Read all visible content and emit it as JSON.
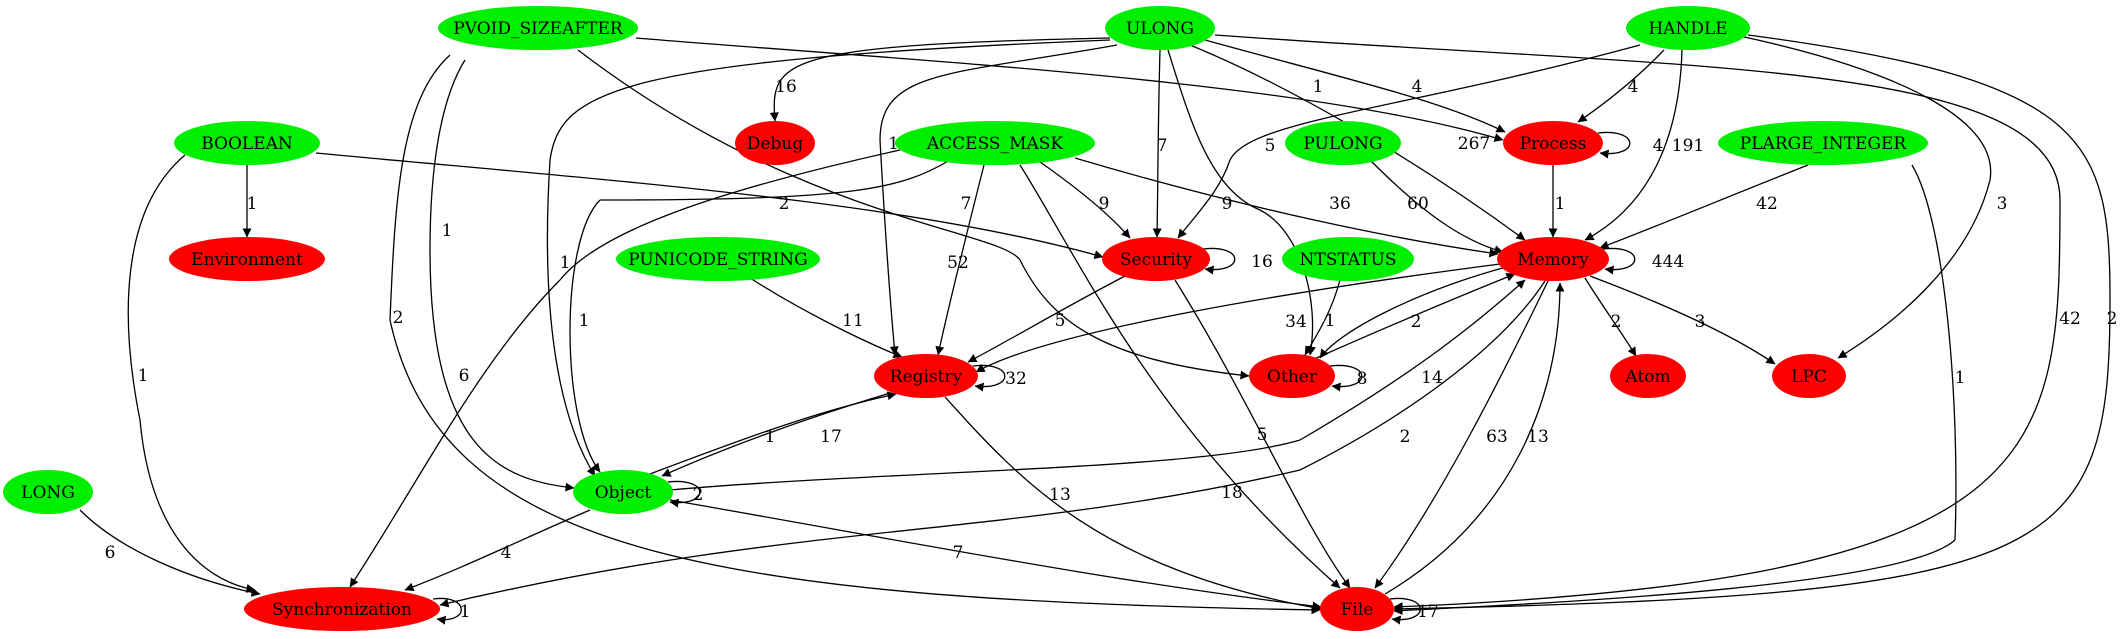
{
  "colors": {
    "type_node": "#00ee00",
    "category_node": "#ff0000",
    "edge": "#000000",
    "background": "#ffffff"
  },
  "nodes": [
    {
      "id": "PVOID_SIZEAFTER",
      "label": "PVOID_SIZEAFTER",
      "kind": "type"
    },
    {
      "id": "ULONG",
      "label": "ULONG",
      "kind": "type"
    },
    {
      "id": "HANDLE",
      "label": "HANDLE",
      "kind": "type"
    },
    {
      "id": "BOOLEAN",
      "label": "BOOLEAN",
      "kind": "type"
    },
    {
      "id": "Debug",
      "label": "Debug",
      "kind": "category"
    },
    {
      "id": "ACCESS_MASK",
      "label": "ACCESS_MASK",
      "kind": "type"
    },
    {
      "id": "PULONG",
      "label": "PULONG",
      "kind": "type"
    },
    {
      "id": "Process",
      "label": "Process",
      "kind": "category"
    },
    {
      "id": "PLARGE_INTEGER",
      "label": "PLARGE_INTEGER",
      "kind": "type"
    },
    {
      "id": "Environment",
      "label": "Environment",
      "kind": "category"
    },
    {
      "id": "PUNICODE_STRING",
      "label": "PUNICODE_STRING",
      "kind": "type"
    },
    {
      "id": "Security",
      "label": "Security",
      "kind": "category"
    },
    {
      "id": "NTSTATUS",
      "label": "NTSTATUS",
      "kind": "type"
    },
    {
      "id": "Memory",
      "label": "Memory",
      "kind": "category"
    },
    {
      "id": "Registry",
      "label": "Registry",
      "kind": "category"
    },
    {
      "id": "Other",
      "label": "Other",
      "kind": "category"
    },
    {
      "id": "Atom",
      "label": "Atom",
      "kind": "category"
    },
    {
      "id": "LPC",
      "label": "LPC",
      "kind": "category"
    },
    {
      "id": "LONG",
      "label": "LONG",
      "kind": "type"
    },
    {
      "id": "Object",
      "label": "Object",
      "kind": "type"
    },
    {
      "id": "Synchronization",
      "label": "Synchronization",
      "kind": "category"
    },
    {
      "id": "File",
      "label": "File",
      "kind": "category"
    }
  ],
  "edges": [
    {
      "from": "ULONG",
      "to": "Debug",
      "label": "16"
    },
    {
      "from": "ULONG",
      "to": "Security",
      "label": "7"
    },
    {
      "from": "ULONG",
      "to": "Registry",
      "label": "17"
    },
    {
      "from": "ULONG",
      "to": "Object",
      "label": "1"
    },
    {
      "from": "ULONG",
      "to": "Process",
      "label": "4"
    },
    {
      "from": "ULONG",
      "to": "Memory",
      "label": "267"
    },
    {
      "from": "ULONG",
      "to": "Other",
      "label": "9"
    },
    {
      "from": "ULONG",
      "to": "File",
      "label": "42"
    },
    {
      "from": "PVOID_SIZEAFTER",
      "to": "Process",
      "label": "1"
    },
    {
      "from": "PVOID_SIZEAFTER",
      "to": "Object",
      "label": "1"
    },
    {
      "from": "PVOID_SIZEAFTER",
      "to": "File",
      "label": "2"
    },
    {
      "from": "PVOID_SIZEAFTER",
      "to": "Other",
      "label": "7"
    },
    {
      "from": "HANDLE",
      "to": "Process",
      "label": "4"
    },
    {
      "from": "HANDLE",
      "to": "Security",
      "label": "5"
    },
    {
      "from": "HANDLE",
      "to": "Memory",
      "label": "191"
    },
    {
      "from": "HANDLE",
      "to": "LPC",
      "label": "3"
    },
    {
      "from": "HANDLE",
      "to": "File",
      "label": "2"
    },
    {
      "from": "Process",
      "to": "Process",
      "label": "4"
    },
    {
      "from": "Process",
      "to": "Memory",
      "label": "1"
    },
    {
      "from": "BOOLEAN",
      "to": "Environment",
      "label": "1"
    },
    {
      "from": "BOOLEAN",
      "to": "Security",
      "label": "2"
    },
    {
      "from": "BOOLEAN",
      "to": "Synchronization",
      "label": "1"
    },
    {
      "from": "ACCESS_MASK",
      "to": "Security",
      "label": "9"
    },
    {
      "from": "ACCESS_MASK",
      "to": "Memory",
      "label": "36"
    },
    {
      "from": "ACCESS_MASK",
      "to": "Registry",
      "label": "52"
    },
    {
      "from": "ACCESS_MASK",
      "to": "Object",
      "label": "1"
    },
    {
      "from": "ACCESS_MASK",
      "to": "Synchronization",
      "label": "6"
    },
    {
      "from": "ACCESS_MASK",
      "to": "File",
      "label": "18"
    },
    {
      "from": "PULONG",
      "to": "Memory",
      "label": "60"
    },
    {
      "from": "PLARGE_INTEGER",
      "to": "Memory",
      "label": "42"
    },
    {
      "from": "PLARGE_INTEGER",
      "to": "File",
      "label": "1"
    },
    {
      "from": "Security",
      "to": "Security",
      "label": "16"
    },
    {
      "from": "Security",
      "to": "Registry",
      "label": "5"
    },
    {
      "from": "Security",
      "to": "File",
      "label": "5"
    },
    {
      "from": "PUNICODE_STRING",
      "to": "Registry",
      "label": "11"
    },
    {
      "from": "NTSTATUS",
      "to": "Other",
      "label": "1"
    },
    {
      "from": "Memory",
      "to": "Memory",
      "label": "444"
    },
    {
      "from": "Memory",
      "to": "Registry",
      "label": "34"
    },
    {
      "from": "Memory",
      "to": "Other",
      "label": "2"
    },
    {
      "from": "Memory",
      "to": "Atom",
      "label": "2"
    },
    {
      "from": "Memory",
      "to": "LPC",
      "label": "3"
    },
    {
      "from": "Memory",
      "to": "Synchronization",
      "label": "2"
    },
    {
      "from": "Memory",
      "to": "File",
      "label": "63"
    },
    {
      "from": "Other",
      "to": "Other",
      "label": "8"
    },
    {
      "from": "Other",
      "to": "Memory",
      "label": ""
    },
    {
      "from": "Object",
      "to": "Memory",
      "label": "14"
    },
    {
      "from": "Registry",
      "to": "Registry",
      "label": "32"
    },
    {
      "from": "Registry",
      "to": "Object",
      "label": "1"
    },
    {
      "from": "Object",
      "to": "Registry",
      "label": "17"
    },
    {
      "from": "Registry",
      "to": "File",
      "label": "13"
    },
    {
      "from": "Object",
      "to": "Object",
      "label": "2"
    },
    {
      "from": "Object",
      "to": "Synchronization",
      "label": "4"
    },
    {
      "from": "Object",
      "to": "File",
      "label": "7"
    },
    {
      "from": "LONG",
      "to": "Synchronization",
      "label": "6"
    },
    {
      "from": "Synchronization",
      "to": "Synchronization",
      "label": "1"
    },
    {
      "from": "File",
      "to": "File",
      "label": "17"
    },
    {
      "from": "File",
      "to": "Memory",
      "label": "13"
    }
  ]
}
